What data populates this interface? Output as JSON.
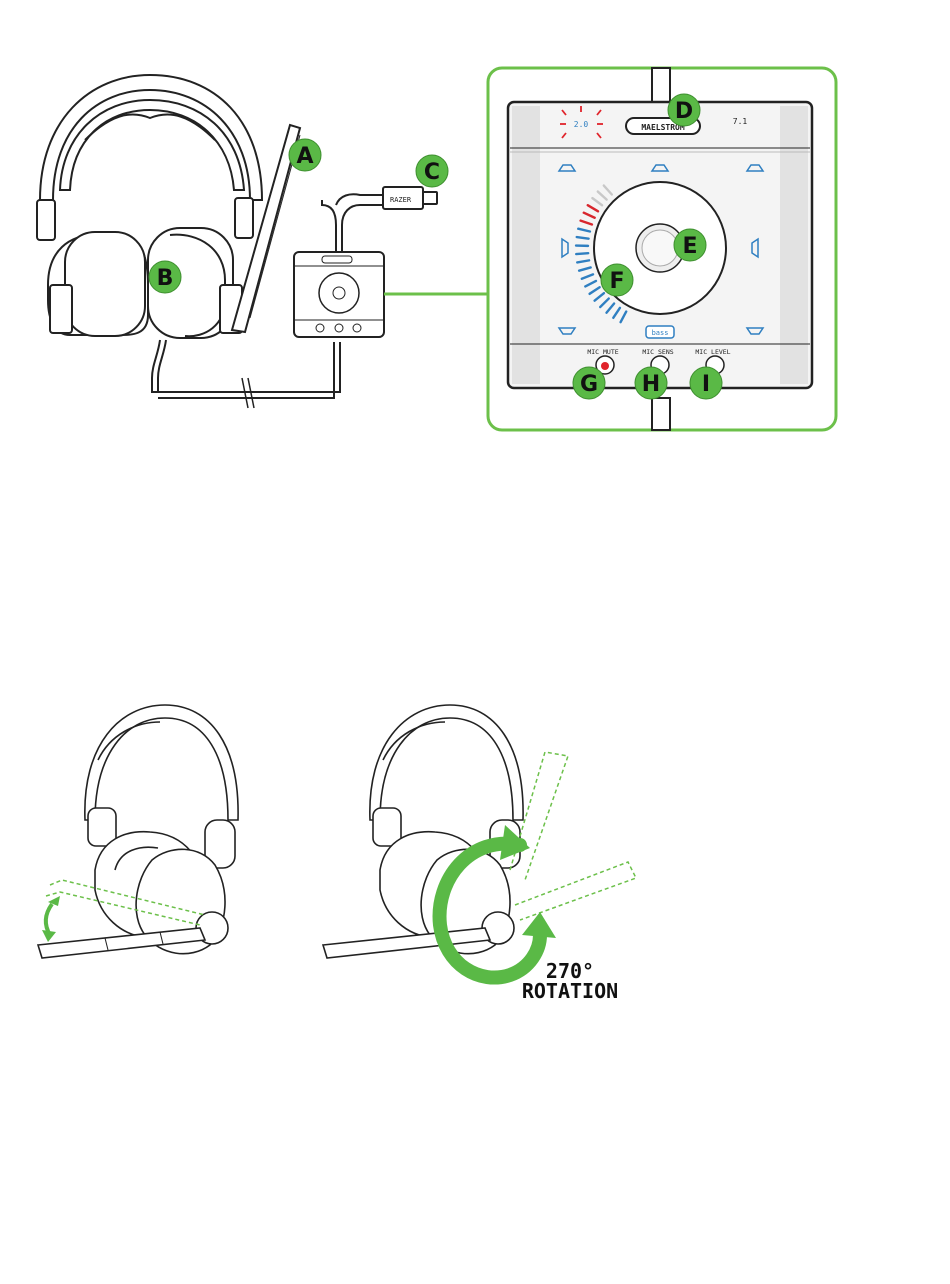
{
  "colors": {
    "accent_green": "#5ab946",
    "outline_green": "#6cc04a",
    "line": "#222222",
    "level_blue": "#2f7fc1",
    "level_red": "#d8262d",
    "level_grey": "#c8c8c8",
    "indicator_red": "#e0242b"
  },
  "callouts": {
    "A": "A",
    "B": "B",
    "C": "C",
    "D": "D",
    "E": "E",
    "F": "F",
    "G": "G",
    "H": "H",
    "I": "I"
  },
  "control_unit": {
    "logo_text": "MAELSTROM",
    "mode_text": "7.1",
    "mode_indicator_text": "2.0",
    "bass_label": "bass",
    "mic_mute_label": "MIC MUTE",
    "mic_sens_label": "MIC SENS",
    "mic_level_label": "MIC LEVEL"
  },
  "usb_plug_text": "RAZER",
  "rotation": {
    "line1": "270°",
    "line2": "ROTATION"
  },
  "icons": [
    "speaker-icon",
    "razer-logo-icon",
    "rotation-arrow-icon",
    "tilt-arrow-icon"
  ]
}
